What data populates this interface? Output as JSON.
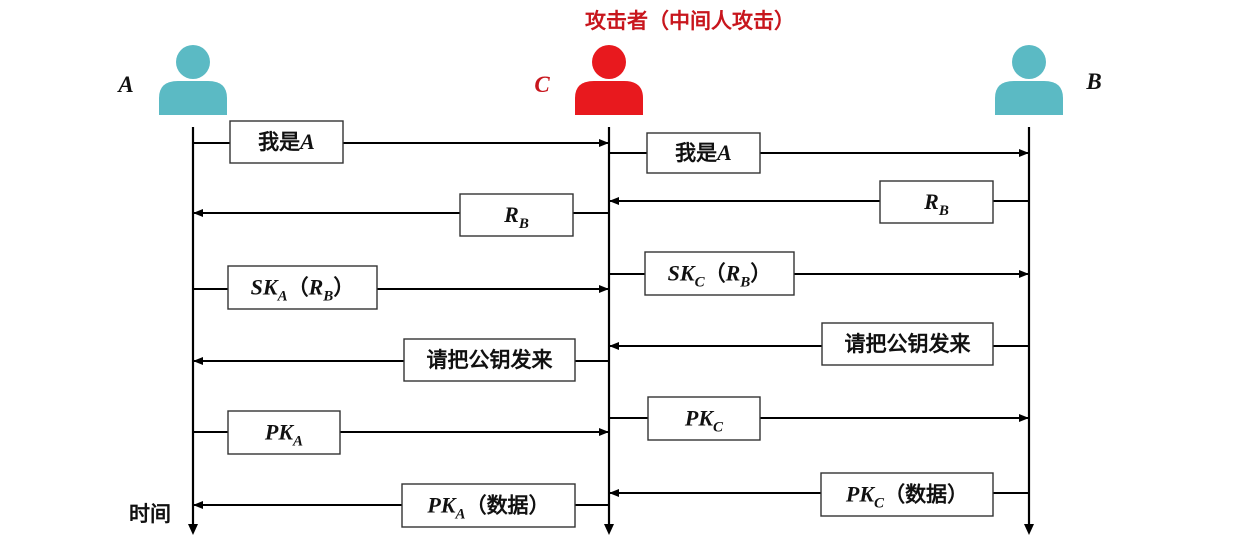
{
  "title": "攻击者（中间人攻击）",
  "colors": {
    "user": "#5BBAC4",
    "attacker": "#E8191E",
    "title": "#C8161D",
    "line": "#000000",
    "box_stroke": "#333333"
  },
  "actors": {
    "a": {
      "label": "A"
    },
    "c": {
      "label": "C"
    },
    "b": {
      "label": "B"
    }
  },
  "time_label": "时间",
  "messages": [
    {
      "from": "a",
      "to": "c",
      "label": {
        "main": "我是",
        "main_it": "A"
      }
    },
    {
      "from": "c",
      "to": "b",
      "label": {
        "main": "我是",
        "main_it": "A"
      }
    },
    {
      "from": "b",
      "to": "c",
      "label": {
        "it": "R",
        "sub": "B"
      }
    },
    {
      "from": "c",
      "to": "a",
      "label": {
        "it": "R",
        "sub": "B"
      }
    },
    {
      "from": "a",
      "to": "c",
      "label": {
        "it": "SK",
        "sub": "A",
        "paren_it": "R",
        "paren_sub": "B"
      }
    },
    {
      "from": "c",
      "to": "b",
      "label": {
        "it": "SK",
        "sub": "C",
        "paren_it": "R",
        "paren_sub": "B"
      }
    },
    {
      "from": "b",
      "to": "c",
      "label": {
        "text": "请把公钥发来"
      }
    },
    {
      "from": "c",
      "to": "a",
      "label": {
        "text": "请把公钥发来"
      }
    },
    {
      "from": "a",
      "to": "c",
      "label": {
        "it": "PK",
        "sub": "A"
      }
    },
    {
      "from": "c",
      "to": "b",
      "label": {
        "it": "PK",
        "sub": "C"
      }
    },
    {
      "from": "b",
      "to": "c",
      "label": {
        "it": "PK",
        "sub": "C",
        "paren_text": "数据"
      }
    },
    {
      "from": "c",
      "to": "a",
      "label": {
        "it": "PK",
        "sub": "A",
        "paren_text": "数据"
      }
    }
  ]
}
